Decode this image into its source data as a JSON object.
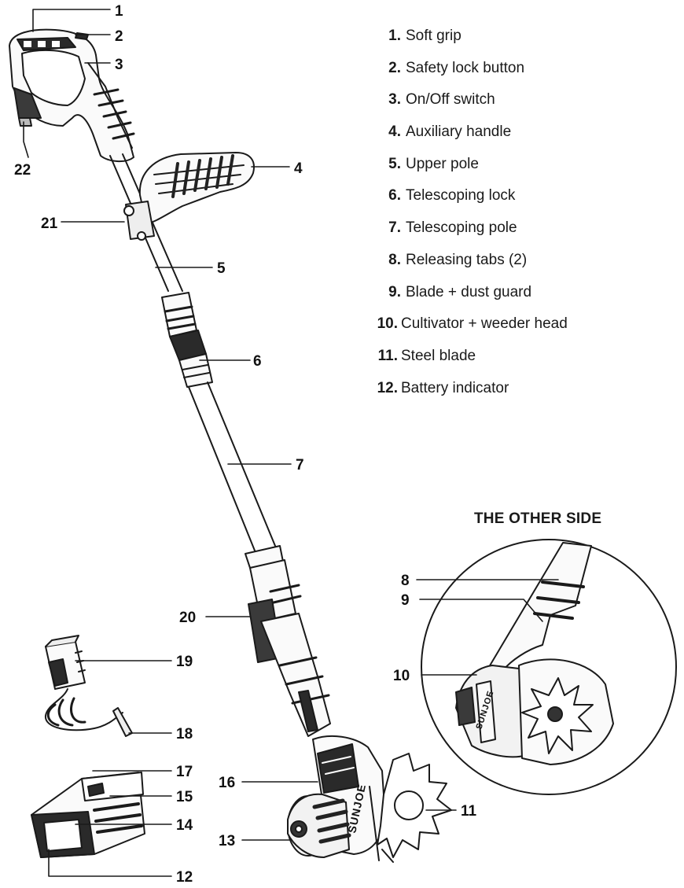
{
  "legend": [
    {
      "num": "1.",
      "text": "Soft grip"
    },
    {
      "num": "2.",
      "text": "Safety lock button"
    },
    {
      "num": "3.",
      "text": "On/Off switch"
    },
    {
      "num": "4.",
      "text": "Auxiliary handle"
    },
    {
      "num": "5.",
      "text": "Upper pole"
    },
    {
      "num": "6.",
      "text": "Telescoping lock"
    },
    {
      "num": "7.",
      "text": "Telescoping pole"
    },
    {
      "num": "8.",
      "text": "Releasing tabs (2)"
    },
    {
      "num": "9.",
      "text": "Blade + dust guard"
    },
    {
      "num": "10.",
      "text": "Cultivator + weeder head"
    },
    {
      "num": "11.",
      "text": "Steel blade"
    },
    {
      "num": "12.",
      "text": "Battery indicator"
    }
  ],
  "other_side_label": "THE OTHER SIDE",
  "brand": "SUNJOE",
  "callouts": {
    "c1": "1",
    "c2": "2",
    "c3": "3",
    "c4": "4",
    "c5": "5",
    "c6": "6",
    "c7": "7",
    "c8": "8",
    "c9": "9",
    "c10": "10",
    "c11": "11",
    "c12": "12",
    "c13": "13",
    "c14": "14",
    "c15": "15",
    "c16": "16",
    "c17": "17",
    "c18": "18",
    "c19": "19",
    "c20": "20",
    "c21": "21",
    "c22": "22"
  }
}
